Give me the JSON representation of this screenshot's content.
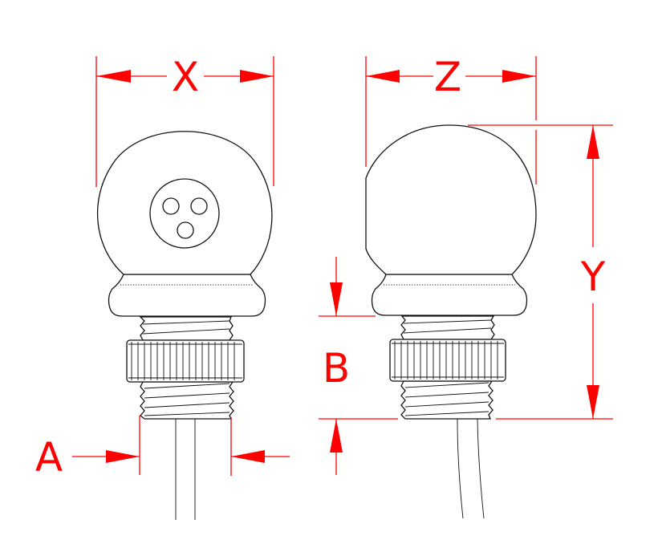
{
  "drawing": {
    "title": "Connector dimension drawing",
    "views": [
      {
        "name": "front-view",
        "features": [
          "spherical-head",
          "three-pin-socket-face",
          "flange-collar",
          "threaded-shank",
          "knurled-nut",
          "cable"
        ]
      },
      {
        "name": "side-view",
        "features": [
          "spherical-head-flat-back",
          "flange-collar",
          "threaded-shank",
          "knurled-nut",
          "bent-cable"
        ]
      }
    ],
    "pin_count": 3,
    "colors": {
      "dimension": "#ff0000",
      "outline": "#111111",
      "background": "#ffffff"
    }
  },
  "dimensions": {
    "X": {
      "label": "X",
      "meaning": "head width (front view)"
    },
    "Z": {
      "label": "Z",
      "meaning": "head depth (side view)"
    },
    "Y": {
      "label": "Y",
      "meaning": "overall height, top of head to end of thread"
    },
    "A": {
      "label": "A",
      "meaning": "thread outer diameter"
    },
    "B": {
      "label": "B",
      "meaning": "thread length below collar"
    }
  }
}
